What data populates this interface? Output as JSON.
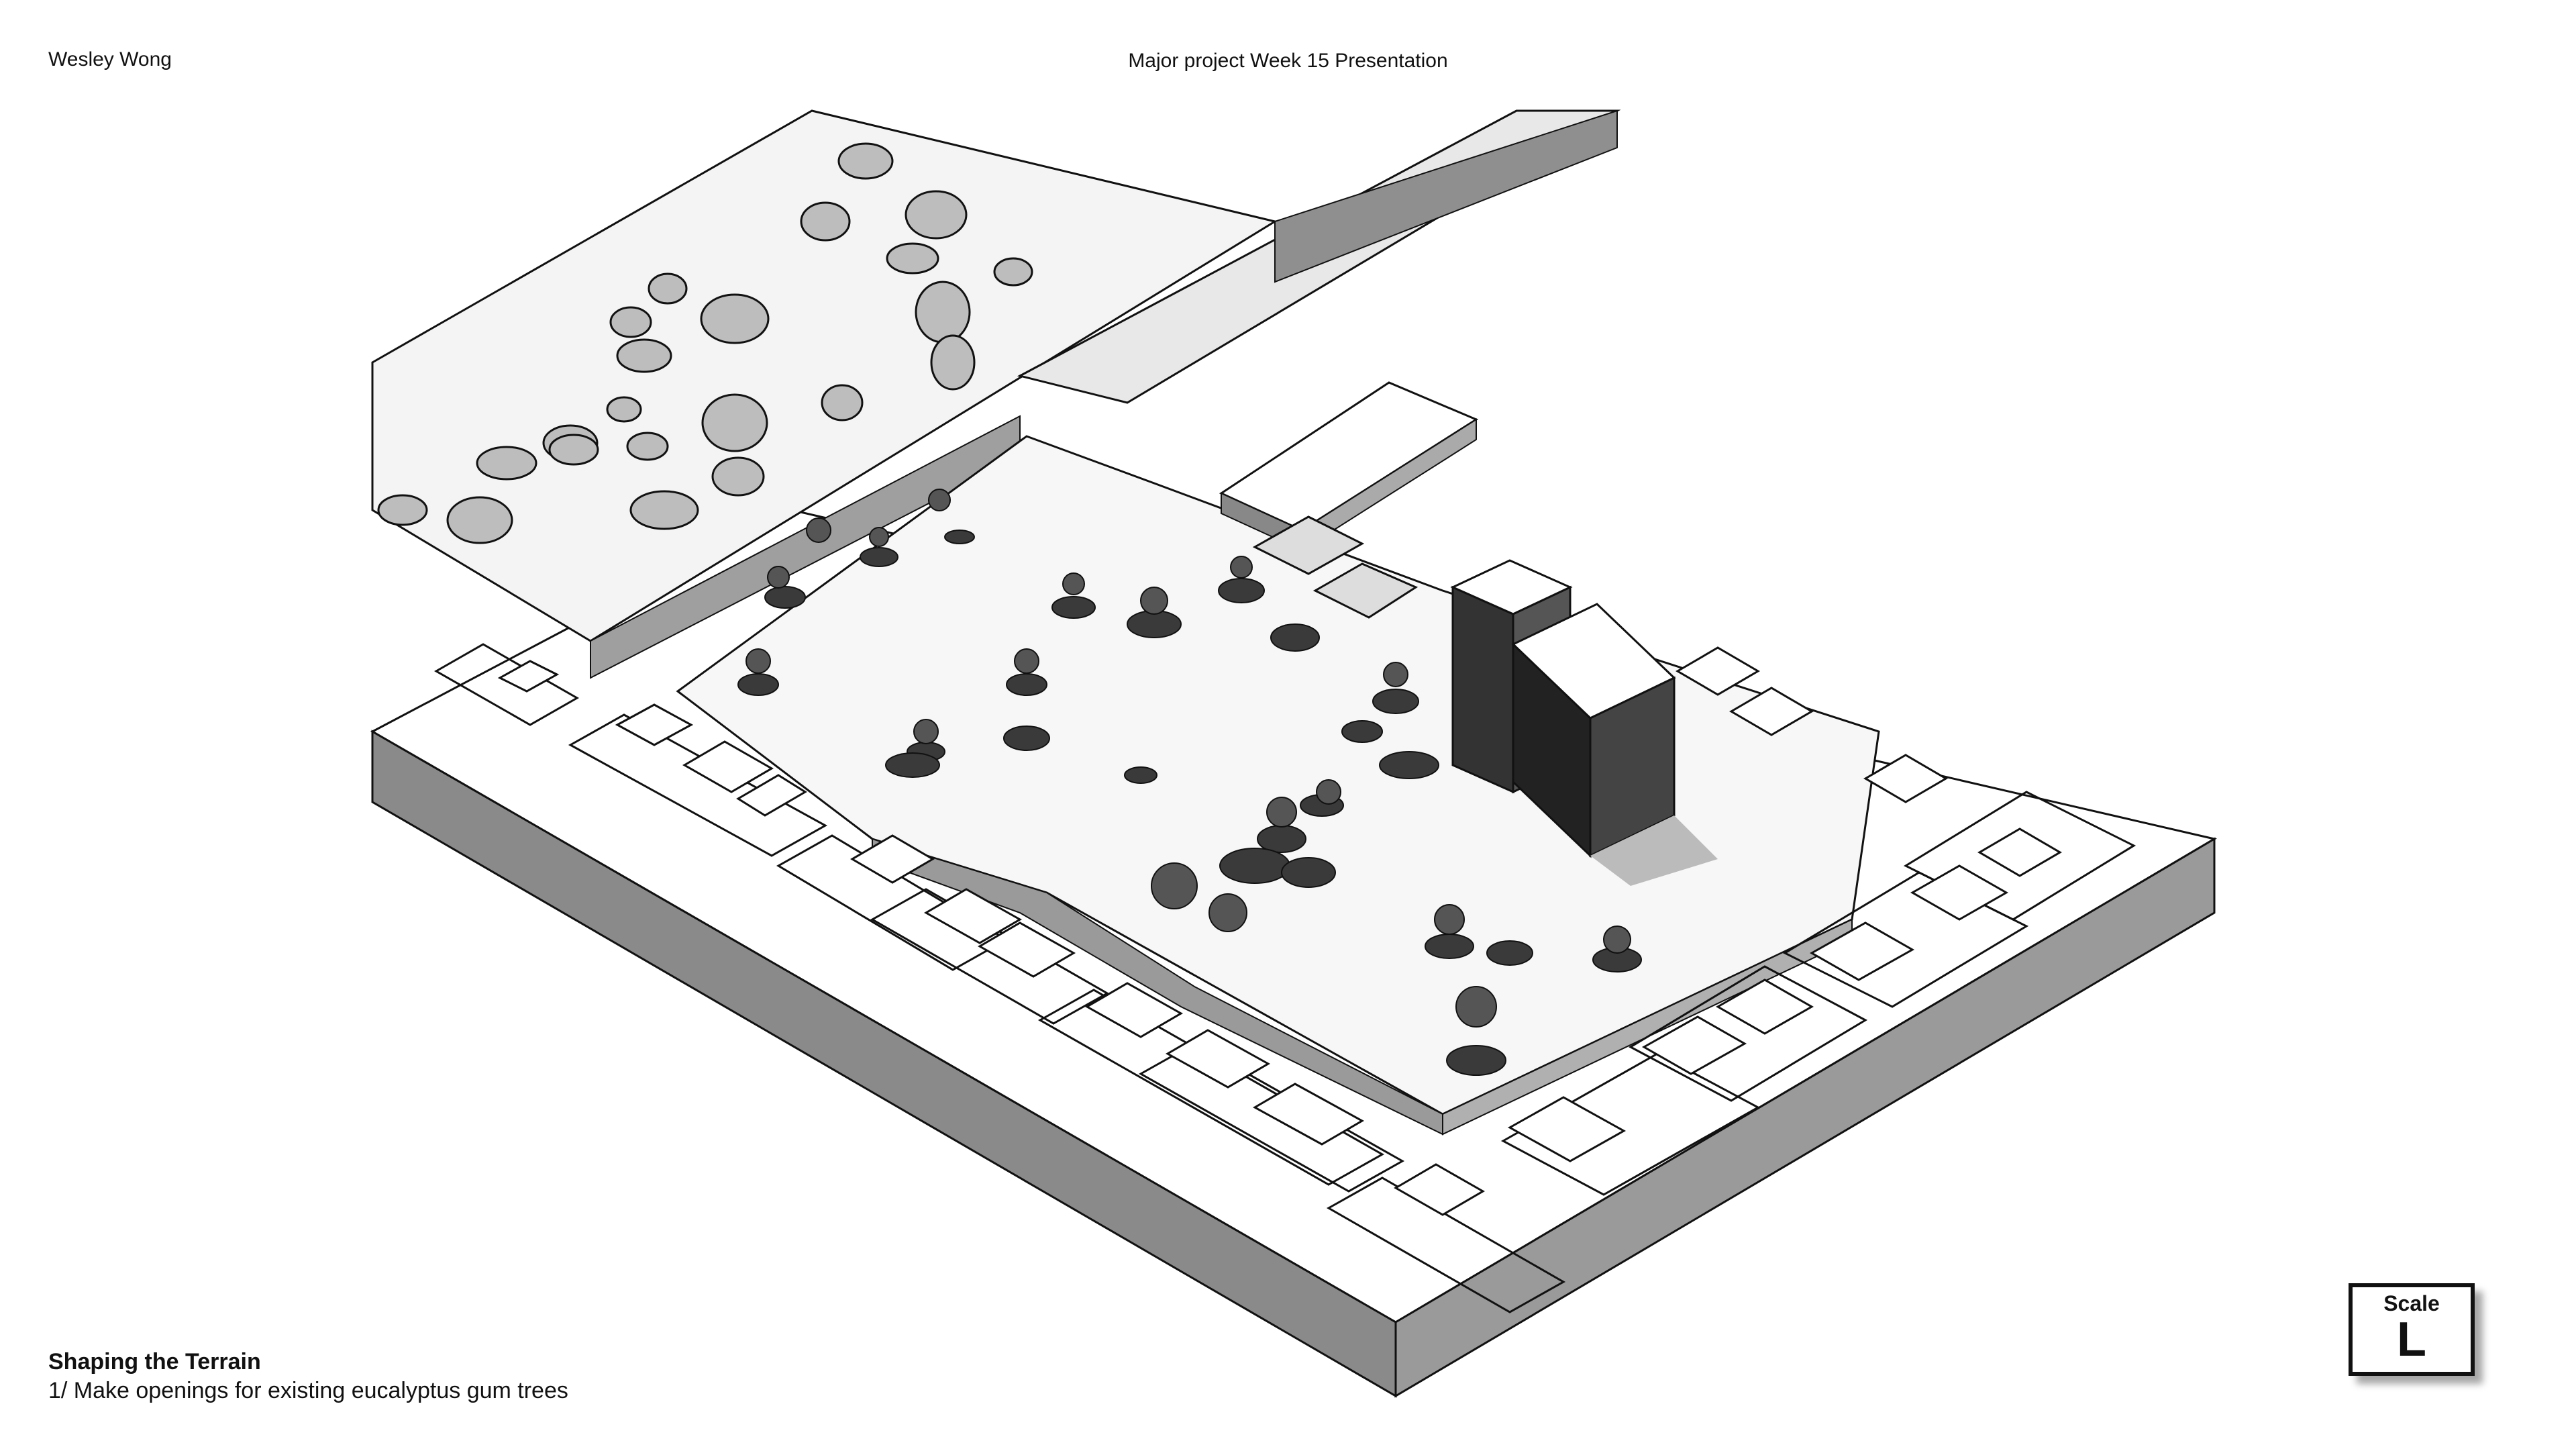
{
  "header": {
    "author": "Wesley Wong",
    "title": "Major project Week 15 Presentation"
  },
  "caption": {
    "title": "Shaping the Terrain",
    "text": "1/ Make openings for existing eucalyptus gum trees"
  },
  "scale": {
    "label": "Scale",
    "value": "L"
  },
  "colors": {
    "site_side": "#8a8a8a",
    "line": "#111111",
    "tree_shadow": "#3a3a3a",
    "opening_fill": "#bdbdbd"
  }
}
